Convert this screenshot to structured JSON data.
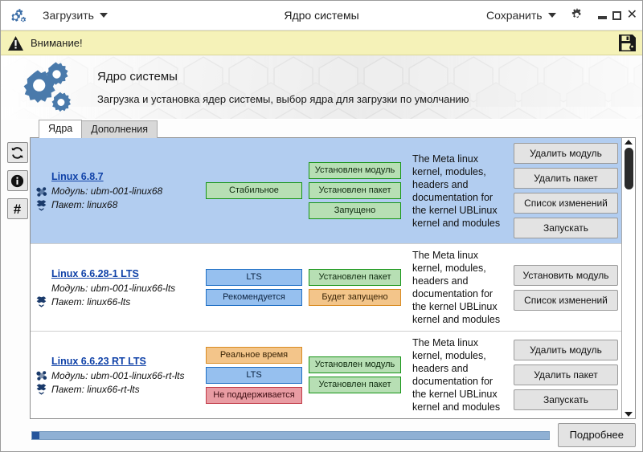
{
  "window": {
    "title": "Ядро системы",
    "load_menu": "Загрузить",
    "save_menu": "Сохранить",
    "settings_icon": "gear-icon",
    "minimize_icon": "minimize-icon",
    "maximize_icon": "maximize-icon",
    "close_icon": "close-icon",
    "app_icon": "gears-icon"
  },
  "warning": {
    "text": "Внимание!",
    "icon": "warning-triangle-icon",
    "save_icon": "floppy-save-icon"
  },
  "banner": {
    "icon": "gears-icon",
    "title": "Ядро системы",
    "subtitle": "Загрузка и установка ядер системы, выбор ядра для загрузки по умолчанию"
  },
  "tabs": [
    {
      "label": "Ядра",
      "active": true
    },
    {
      "label": "Дополнения",
      "active": false
    }
  ],
  "sidetools": [
    {
      "name": "refresh-icon"
    },
    {
      "name": "info-icon"
    },
    {
      "name": "hash-icon"
    }
  ],
  "labels": {
    "module_prefix": "Модуль:",
    "package_prefix": "Пакет:"
  },
  "kernels": [
    {
      "name": "Linux 6.8.7",
      "module": "Модуль: ubm-001-linux68",
      "package": "Пакет: linux68",
      "has_module_icon": true,
      "has_package_icon": true,
      "selected": true,
      "badges_a": [
        {
          "text": "Стабильное",
          "color": "green"
        }
      ],
      "badges_b": [
        {
          "text": "Установлен модуль",
          "color": "green"
        },
        {
          "text": "Установлен пакет",
          "color": "green"
        },
        {
          "text": "Запущено",
          "color": "green"
        }
      ],
      "description": "The Meta linux kernel, modules, headers and documentation for the kernel UBLinux kernel and modules",
      "buttons": [
        "Удалить модуль",
        "Удалить пакет",
        "Список изменений",
        "Запускать"
      ]
    },
    {
      "name": "Linux 6.6.28-1 LTS",
      "module": "Модуль: ubm-001-linux66-lts",
      "package": "Пакет: linux66-lts",
      "has_module_icon": false,
      "has_package_icon": true,
      "selected": false,
      "badges_a": [
        {
          "text": "LTS",
          "color": "blue"
        },
        {
          "text": "Рекомендуется",
          "color": "blue"
        }
      ],
      "badges_b": [
        {
          "text": "Установлен пакет",
          "color": "green"
        },
        {
          "text": "Будет запущено",
          "color": "orange"
        }
      ],
      "description": "The Meta linux kernel, modules, headers and documentation for the kernel UBLinux kernel and modules",
      "buttons": [
        "Установить модуль",
        "Список изменений"
      ]
    },
    {
      "name": "Linux 6.6.23 RT LTS",
      "module": "Модуль: ubm-001-linux66-rt-lts",
      "package": "Пакет: linux66-rt-lts",
      "has_module_icon": true,
      "has_package_icon": true,
      "selected": false,
      "badges_a": [
        {
          "text": "Реальное время",
          "color": "orange"
        },
        {
          "text": "LTS",
          "color": "blue"
        },
        {
          "text": "Не поддерживается",
          "color": "red"
        }
      ],
      "badges_b": [
        {
          "text": "Установлен модуль",
          "color": "green"
        },
        {
          "text": "Установлен пакет",
          "color": "green"
        }
      ],
      "description": "The Meta linux kernel, modules, headers and documentation for the kernel UBLinux kernel and modules",
      "buttons": [
        "Удалить модуль",
        "Удалить пакет",
        "Запускать"
      ]
    }
  ],
  "statusbar": {
    "details_button": "Подробнее",
    "progress_percent": 1
  },
  "colors": {
    "accent_blue": "#1042a8",
    "selection": "#b2cdf0",
    "warning_bg": "#f5f2b8",
    "green": "#b7dfb4",
    "blue": "#96c0ef",
    "orange": "#f3c58a",
    "red": "#e99ca3"
  }
}
